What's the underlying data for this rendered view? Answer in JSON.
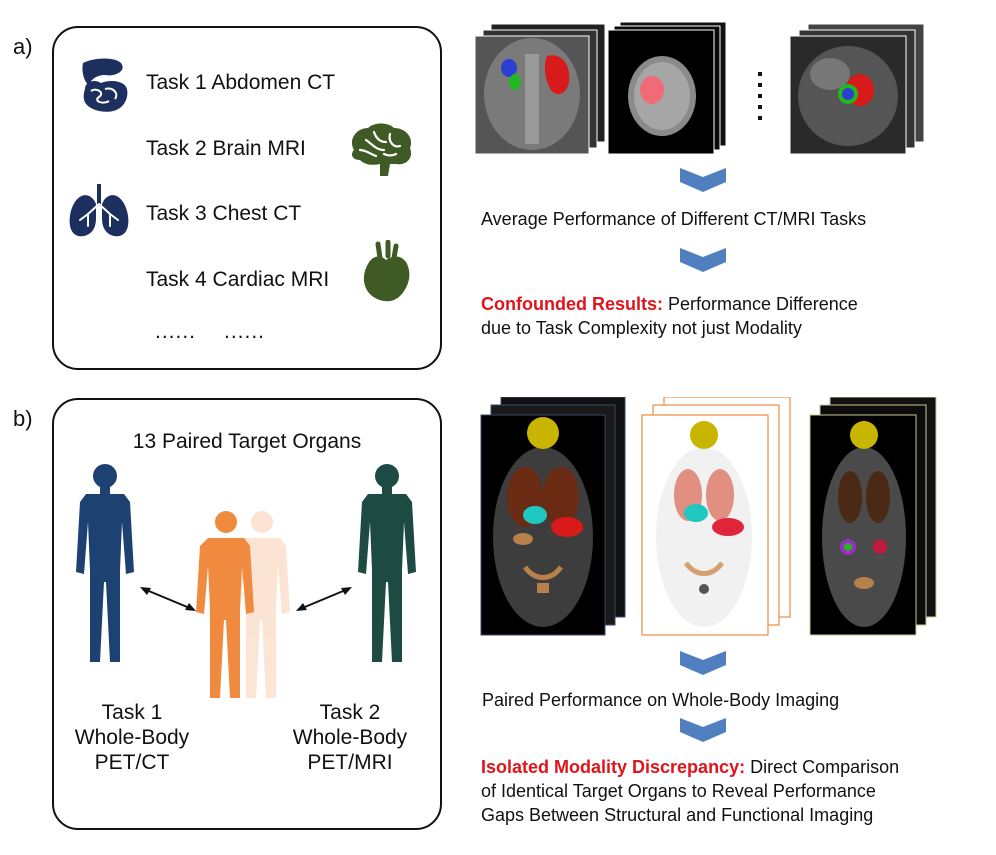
{
  "panel_a": {
    "label": "a)",
    "tasks": [
      {
        "text": "Task 1 Abdomen CT",
        "icon": "abdomen-icon",
        "color": "#1d2f5e"
      },
      {
        "text": "Task 2 Brain MRI",
        "icon": "brain-icon",
        "color": "#3f5a25"
      },
      {
        "text": "Task 3 Chest CT",
        "icon": "lungs-icon",
        "color": "#1d2f5e"
      },
      {
        "text": "Task 4 Cardiac MRI",
        "icon": "heart-icon",
        "color": "#3f5a25"
      }
    ],
    "ellipsis": [
      "......",
      "......"
    ],
    "caption": "Average Performance of Different CT/MRI Tasks",
    "result_highlight": "Confounded Results:",
    "result_line1": " Performance Difference",
    "result_line2": "due to Task Complexity not just Modality"
  },
  "panel_b": {
    "label": "b)",
    "title": "13 Paired Target Organs",
    "task1": {
      "line1": "Task 1",
      "line2": "Whole-Body",
      "line3": "PET/CT"
    },
    "task2": {
      "line1": "Task 2",
      "line2": "Whole-Body",
      "line3": "PET/MRI"
    },
    "caption": "Paired Performance on Whole-Body Imaging",
    "result_highlight": "Isolated Modality Discrepancy:",
    "result_line1": " Direct Comparison",
    "result_line2": "of Identical Target Organs to Reveal Performance",
    "result_line3": "Gaps Between Structural and Functional Imaging"
  },
  "colors": {
    "highlight": "#e0141a",
    "chevron": "#4f7fbf",
    "navy": "#1d2f5e",
    "green_dark": "#3f5a25",
    "orange": "#f08a3e",
    "teal": "#1e4a44"
  }
}
